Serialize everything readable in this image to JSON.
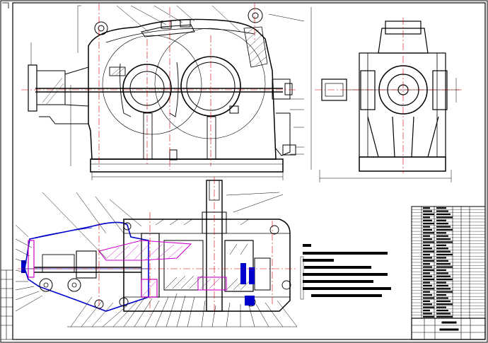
{
  "drawing": {
    "colors": {
      "line": "#000000",
      "centerline": "#cc0000",
      "section_outline": "#0000cc",
      "hatch_highlight": "#cc00cc",
      "paper": "#ffffff"
    },
    "views": [
      "front-view",
      "side-view",
      "plan-section-view"
    ],
    "notes_block": {
      "line_count": 8
    },
    "parts_list": {
      "row_count": 36
    },
    "title_block": {
      "cell_count": 12
    }
  }
}
